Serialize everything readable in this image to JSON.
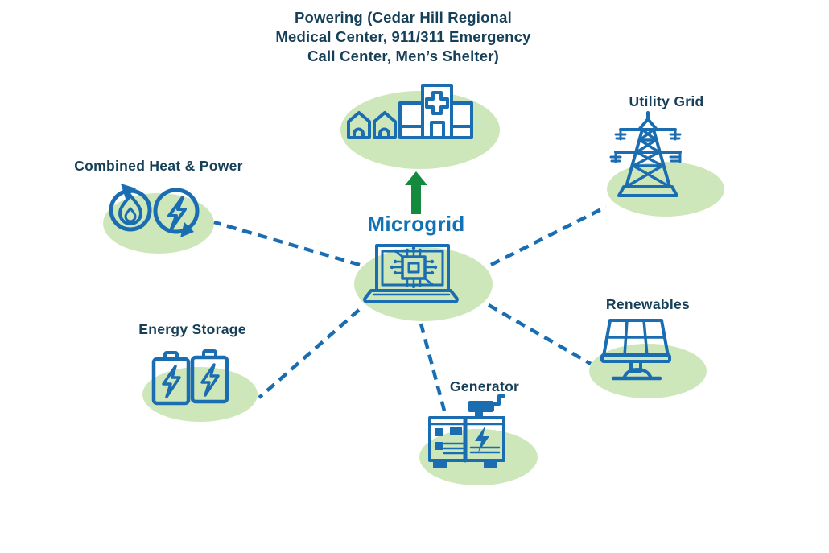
{
  "diagram": {
    "title_lines": [
      "Powering (Cedar Hill Regional",
      "Medical Center, 911/311 Emergency",
      "Call Center, Men’s Shelter)"
    ],
    "center_label": "Microgrid",
    "nodes": {
      "chp": "Combined Heat & Power",
      "utility": "Utility Grid",
      "renewables": "Renewables",
      "storage": "Energy Storage",
      "generator": "Generator"
    }
  },
  "icons": {
    "powered_buildings": "buildings-hospital-icon",
    "center": "laptop-chip-icon",
    "chp": "heat-power-cycle-icon",
    "utility": "transmission-tower-icon",
    "renewables": "solar-panel-icon",
    "storage": "battery-icon",
    "generator": "generator-icon",
    "arrow": "up-arrow-icon"
  },
  "colors": {
    "label_text": "#163F58",
    "microgrid_text": "#1272B8",
    "icon_blue": "#1B6DB2",
    "ellipse_green": "#CDE7BB",
    "arrow_green": "#148A3E",
    "background": "#FFFFFF"
  }
}
